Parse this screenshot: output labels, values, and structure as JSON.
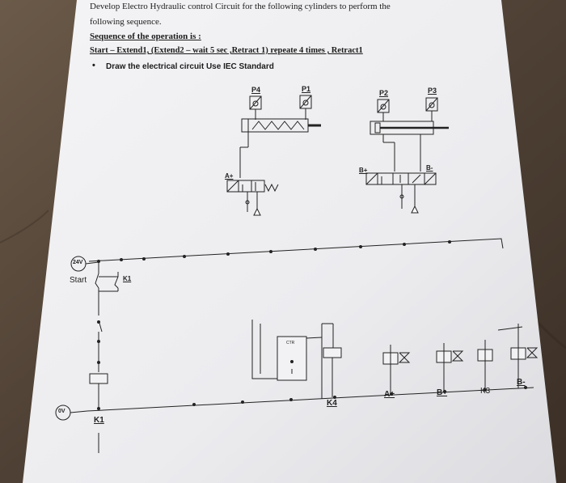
{
  "problem": {
    "line1": "Develop Electro Hydraulic control Circuit for the following cylinders to perform the",
    "line2": "following sequence.",
    "sequence_heading": "Sequence of the operation is :",
    "sequence_text": "Start – Extend1, (Extend2 – wait 5 sec ,Retract 1) repeate 4 times , Retract1",
    "bullet": "Draw the electrical circuit Use IEC Standard"
  },
  "hydraulic": {
    "sensor_p4": "P4",
    "sensor_p1": "P1",
    "sensor_p2": "P2",
    "sensor_p3": "P3",
    "solenoid_a_plus": "A+",
    "solenoid_b_plus": "B+",
    "solenoid_b_minus": "B-"
  },
  "electrical": {
    "supply_24v": "24V",
    "supply_0v": "0V",
    "start_label": "Start",
    "k1_contact": "K1",
    "timer_label": "CTR",
    "coil_k1": "K1",
    "coil_k4": "K4",
    "out_a_plus": "A+",
    "out_b_plus": "B+",
    "out_k3": "K3",
    "out_b_minus": "B-"
  },
  "colors": {
    "paper": "#f1f1f3",
    "ink": "#1f1f1f",
    "background": "#5a4a3c"
  }
}
